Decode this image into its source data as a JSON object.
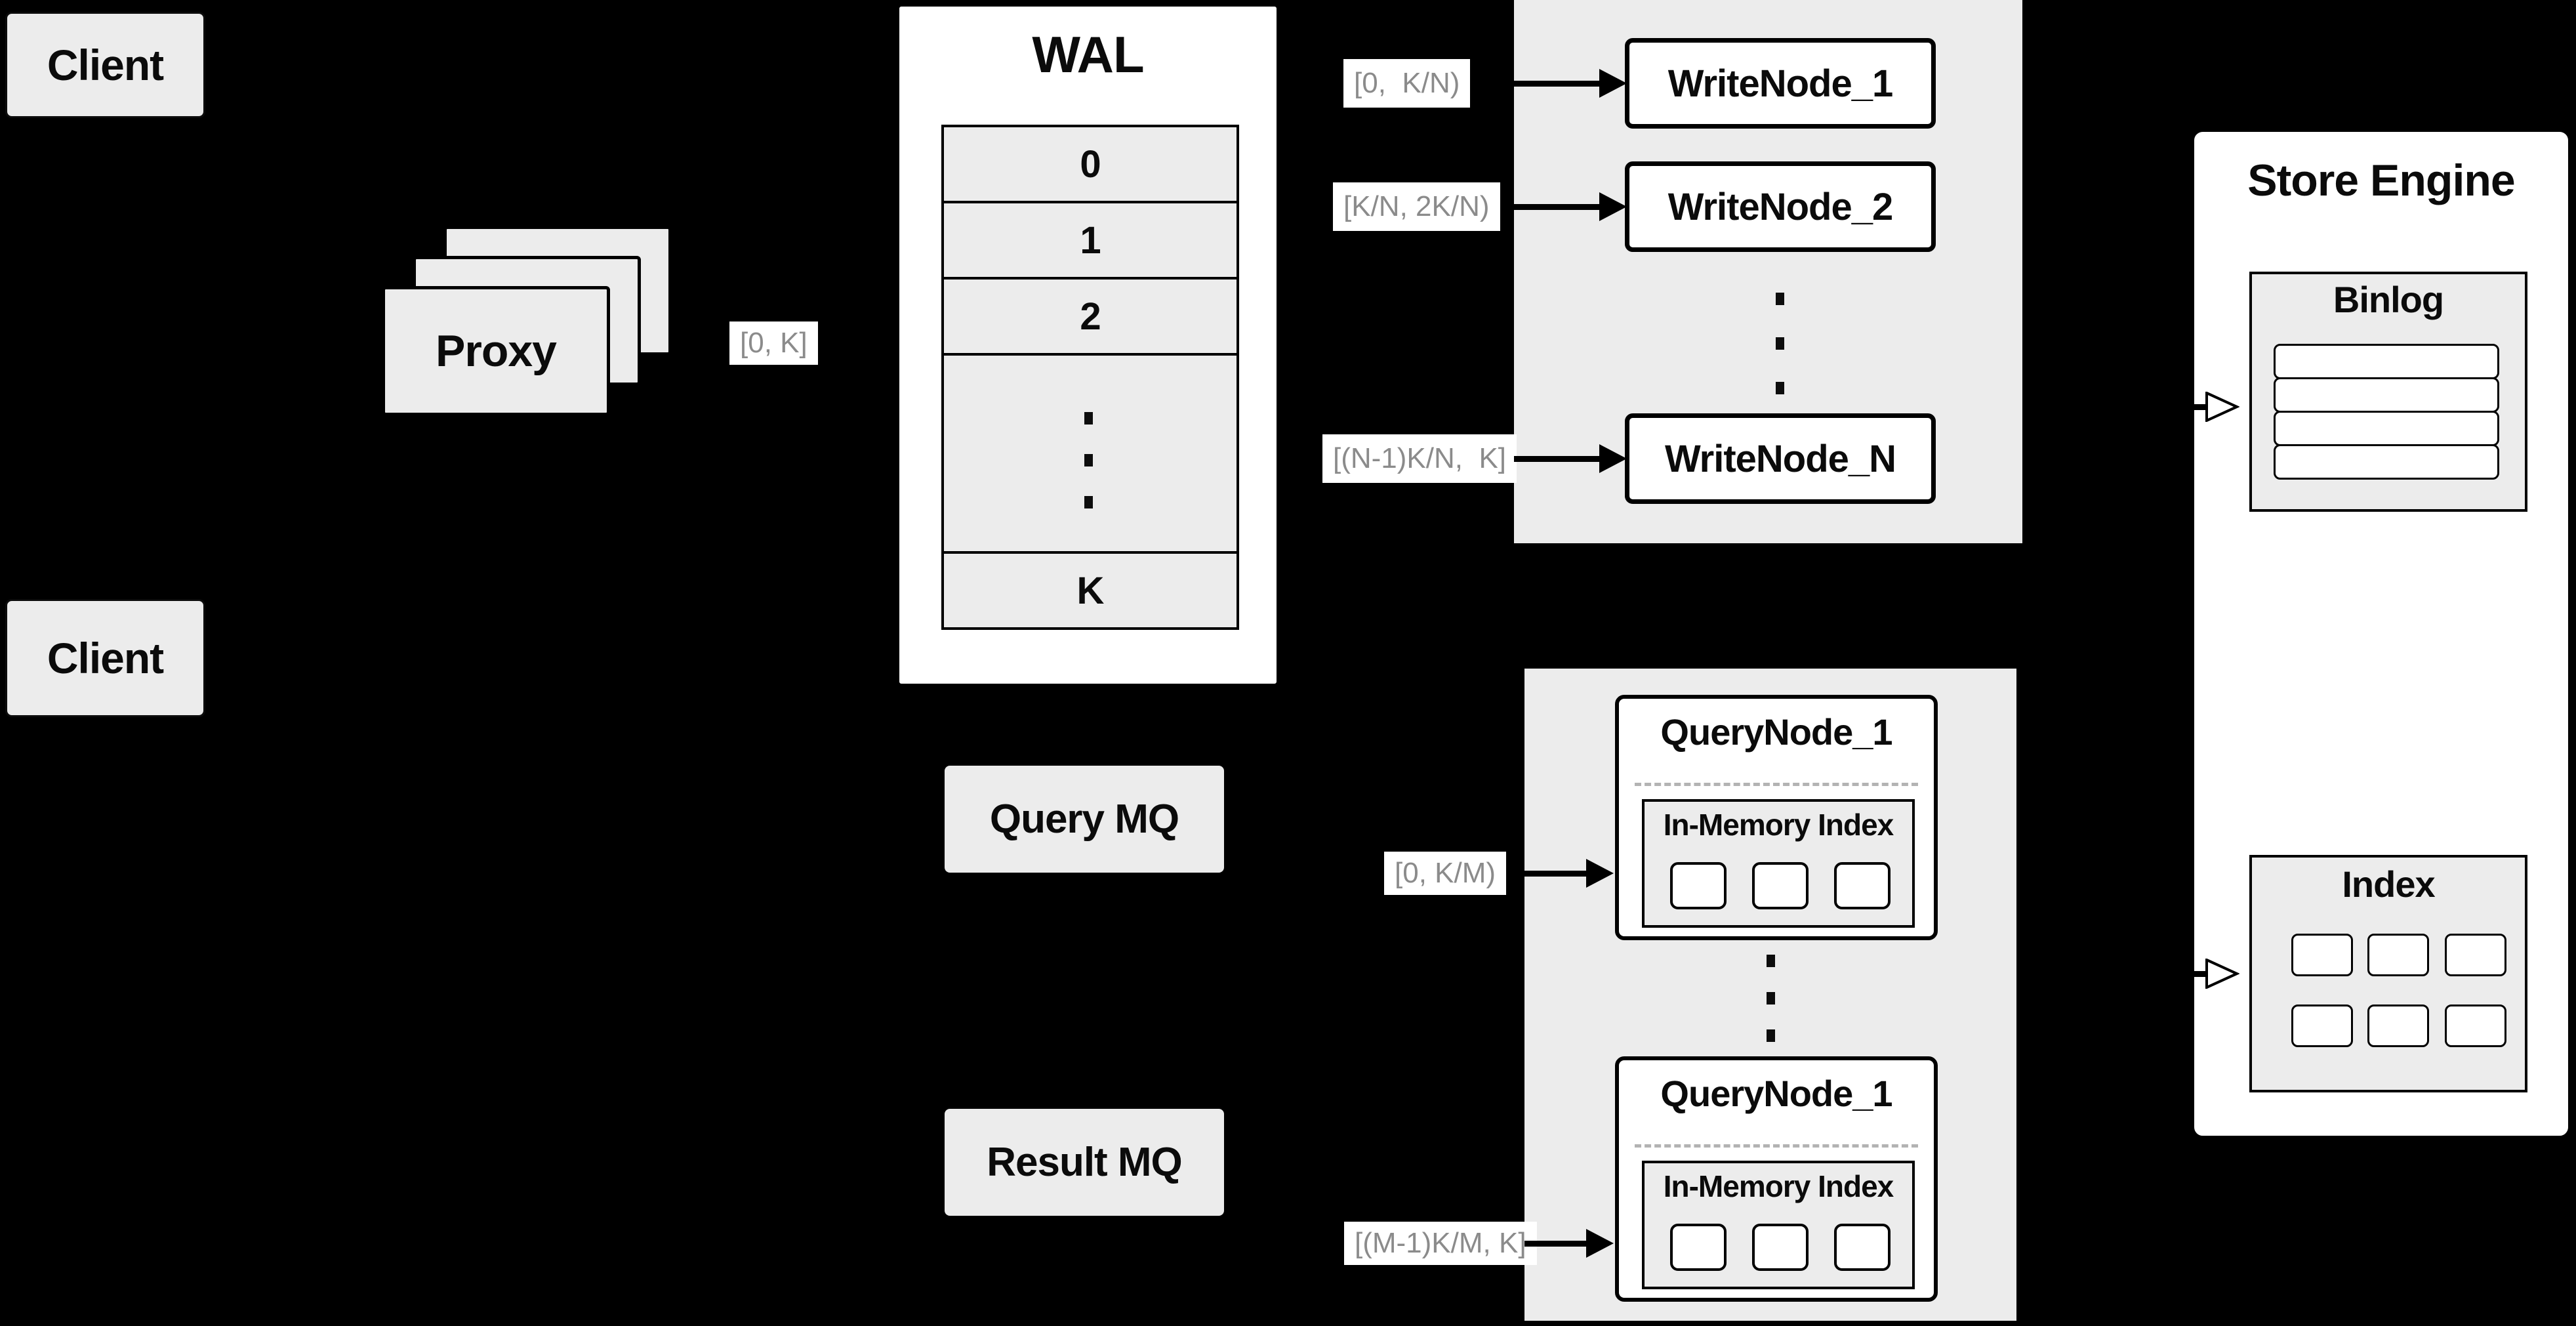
{
  "clients": {
    "top": "Client",
    "bottom": "Client"
  },
  "proxy": {
    "label": "Proxy"
  },
  "ranges": {
    "proxy_to_wal": "[0, K]",
    "write_node_1": "[0,  K/N)",
    "write_node_2": "[K/N, 2K/N)",
    "write_node_n": "[(N-1)K/N,  K]",
    "query_node_top": "[0, K/M)",
    "query_node_bottom": "[(M-1)K/M, K]"
  },
  "wal": {
    "title": "WAL",
    "segments": [
      "0",
      "1",
      "2"
    ],
    "last_segment": "K"
  },
  "write_nodes": {
    "first": "WriteNode_1",
    "second": "WriteNode_2",
    "last": "WriteNode_N"
  },
  "mq": {
    "query": "Query MQ",
    "result": "Result MQ"
  },
  "query_nodes": {
    "top": {
      "title": "QueryNode_1",
      "inner_title": "In-Memory Index"
    },
    "bottom": {
      "title": "QueryNode_1",
      "inner_title": "In-Memory Index"
    }
  },
  "store_engine": {
    "title": "Store Engine",
    "binlog": "Binlog",
    "index": "Index"
  },
  "colors": {
    "background": "#000000",
    "panel_gray": "#ececec",
    "box_white": "#ffffff",
    "line_black": "#0d0d0d",
    "label_text_gray": "#8b8b8b",
    "dashed_separator": "#b3b3b3"
  }
}
